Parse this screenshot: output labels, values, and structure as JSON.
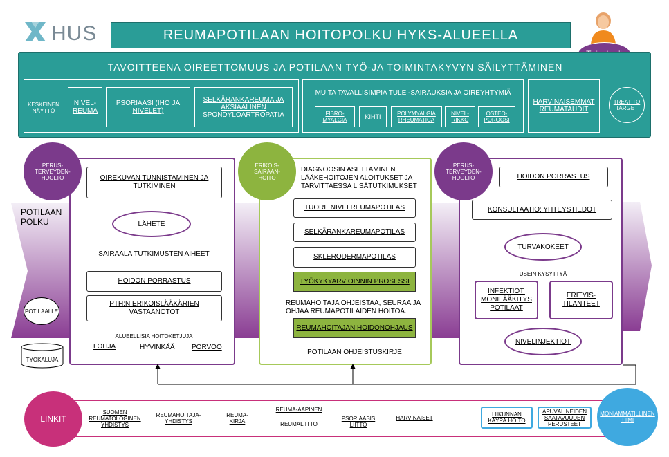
{
  "logo": {
    "text": "HUS"
  },
  "title": "REUMAPOTILAAN HOITOPOLKU HYKS-ALUEELLA",
  "avatar": {
    "label": "Työryhmä"
  },
  "goal": {
    "heading": "TAVOITTEENA OIREETTOMUUS JA POTILAAN TYÖ-JA TOIMINTAKYVYN SÄILYTTÄMINEN",
    "evidence_label": "KESKEINEN NÄYTTÖ",
    "nivelreuma": "NIVEL-REUMA",
    "psoriaasi": "PSORIAASI (IHO JA NIVELET)",
    "selkaranka": "SELKÄRANKAREUMA JA AKSIAALINEN SPONDYLOARTROPATIA",
    "muita_heading": "MUITA TAVALLISIMPIA TULE -SAIRAUKSIA JA OIREYHTYMIÄ",
    "fibromyalgia": "FIBRO-MYALGIA",
    "kihti": "KIHTI",
    "polymyalgia": "POLYMYALGIA RHEUMATICA",
    "nivelrikko": "NIVEL-RIKKO",
    "osteoporoosi": "OSTEO-POROOSI",
    "harvinaisemmat": "HARVINAISEMMAT REUMATAUDIT",
    "treat_to_target": "TREAT TO TARGET"
  },
  "flow": {
    "patient_path": "POTILAAN POLKU",
    "for_patient": "POTILAALLE",
    "tools": "TYÖKALUJA"
  },
  "primary_care": {
    "circle": "PERUS-TERVEYDEN-HUOLTO",
    "symptom_box": "OIREKUVAN TUNNISTAMINEN JA TUTKIMINEN",
    "referral": "LÄHETE",
    "hospital_reasons": "SAIRAALA TUTKIMUSTEN AIHEET",
    "care_grading": "HOIDON PORRASTUS",
    "pth_clinics": "PTH:N ERIKOISLÄÄKÄRIEN VASTAANOTOT",
    "regional_label": "ALUEELLISIA HOITOKETJUJA",
    "lohja": "LOHJA",
    "hyvinkaa": "HYVINKÄÄ",
    "porvoo": "PORVOO"
  },
  "specialist_care": {
    "circle": "ERIKOIS-SAIRAAN-HOITO",
    "diagnosis_text": "DIAGNOOSIN ASETTAMINEN LÄÄKEHOITOJEN ALOITUKSET JA TARVITTAESSA LISÄTUTKIMUKSET",
    "new_ra": "TUORE NIVELREUMAPOTILAS",
    "spondylitis": "SELKÄRANKAREUMAPOTILAS",
    "scleroderma": "SKLERODERMAPOTILAS",
    "work_ability": "TYÖKYKYARVIOINNIN PROSESSI",
    "nurse_text": "REUMAHOITAJA OHJEISTAA, SEURAA JA OHJAA REUMAPOTILAIDEN HOITOA.",
    "nurse_guidance": "REUMAHOITAJAN HOIDONOHJAUS",
    "patient_letter": "POTILAAN OHJEISTUSKIRJE"
  },
  "follow_up": {
    "circle": "PERUS-TERVEYDEN-HUOLTO",
    "care_grading": "HOIDON PORRASTUS",
    "consultation": "KONSULTAATIO: YHTEYSTIEDOT",
    "safety_checks": "TURVAKOKEET",
    "faq": "USEIN KYSYTTYÄ",
    "infections": "INFEKTIOT, MONILÄÄKITYS POTILAAT",
    "special": "ERITYIS-TILANTEET",
    "injections": "NIVELINJEKTIOT"
  },
  "links": {
    "label": "LINKIT",
    "items": [
      "SUOMEN REUMATOLOGINEN YHDISTYS",
      "REUMAHOITAJA-YHDISTYS",
      "REUMA-KIRJA",
      "REUMA-AAPINEN",
      "REUMALIITTO",
      "PSORIAASIS LIITTO",
      "HARVINAISET",
      "LIIKUNNAN KÄYPÄ HOITO",
      "APUVÄLINEIDEN SAATAVUUDEN PERUSTEET"
    ],
    "team": "MONIAMMATILLINEN TIIMI"
  },
  "colors": {
    "teal": "#2a9d97",
    "purple": "#7b3a8b",
    "magenta": "#c8307a",
    "green": "#8db43f",
    "sky": "#3fa9e0"
  }
}
